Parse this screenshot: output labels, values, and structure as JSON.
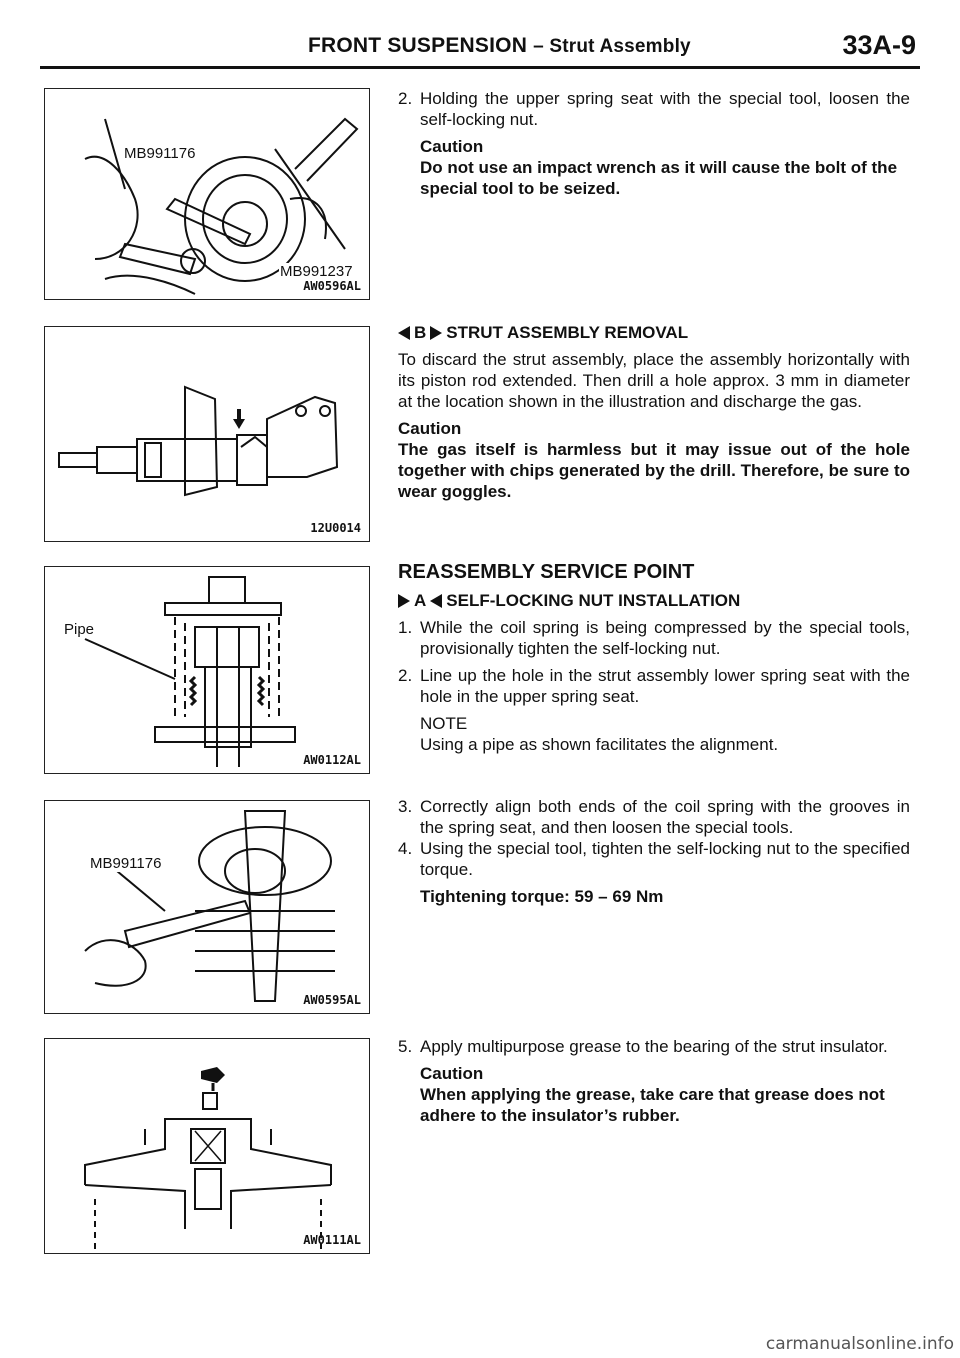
{
  "header": {
    "title": "FRONT SUSPENSION",
    "subtitle": "– Strut Assembly",
    "page_number": "33A-9"
  },
  "figures": [
    {
      "code": "AW0596AL",
      "labels": [
        "MB991176",
        "MB991237"
      ]
    },
    {
      "code": "12U0014",
      "labels": []
    },
    {
      "code": "AW0112AL",
      "labels": [
        "Pipe"
      ]
    },
    {
      "code": "AW0595AL",
      "labels": [
        "MB991176"
      ]
    },
    {
      "code": "AW0111AL",
      "labels": []
    }
  ],
  "block1": {
    "num": "2.",
    "text": "Holding the upper spring seat with the special tool, loosen the self-locking nut.",
    "caution_title": "Caution",
    "caution_text": "Do not use an impact wrench as it will cause the bolt of the special tool to be seized."
  },
  "block2": {
    "marker": "B",
    "heading": "STRUT ASSEMBLY REMOVAL",
    "text": "To discard the strut assembly, place the assembly horizontally with its piston rod extended. Then drill a hole approx. 3 mm in diameter at the location shown in the illustration and discharge the gas.",
    "caution_title": "Caution",
    "caution_text": "The gas itself is harmless but it may issue out of the hole together with chips generated by the drill. Therefore, be sure to wear goggles."
  },
  "block3": {
    "section": "REASSEMBLY SERVICE POINT",
    "marker": "A",
    "heading": "SELF-LOCKING NUT INSTALLATION",
    "steps": [
      {
        "num": "1.",
        "text": "While the coil spring is being compressed by the special tools, provisionally tighten the self-locking nut."
      },
      {
        "num": "2.",
        "text": "Line up the hole in the strut assembly lower spring seat with the hole in the upper spring seat."
      }
    ],
    "note_title": "NOTE",
    "note_text": "Using a pipe as shown facilitates the alignment."
  },
  "block4": {
    "steps": [
      {
        "num": "3.",
        "text": "Correctly align both ends of the coil spring with the grooves in the spring seat, and then loosen the special tools."
      },
      {
        "num": "4.",
        "text": "Using the special tool, tighten the self-locking nut to the specified torque."
      }
    ],
    "torque": "Tightening torque: 59 – 69 Nm"
  },
  "block5": {
    "num": "5.",
    "text": "Apply multipurpose grease to the bearing of the strut insulator.",
    "caution_title": "Caution",
    "caution_text": "When applying the grease, take care that grease does not adhere to the insulator’s rubber."
  },
  "footer": "carmanualsonline.info"
}
